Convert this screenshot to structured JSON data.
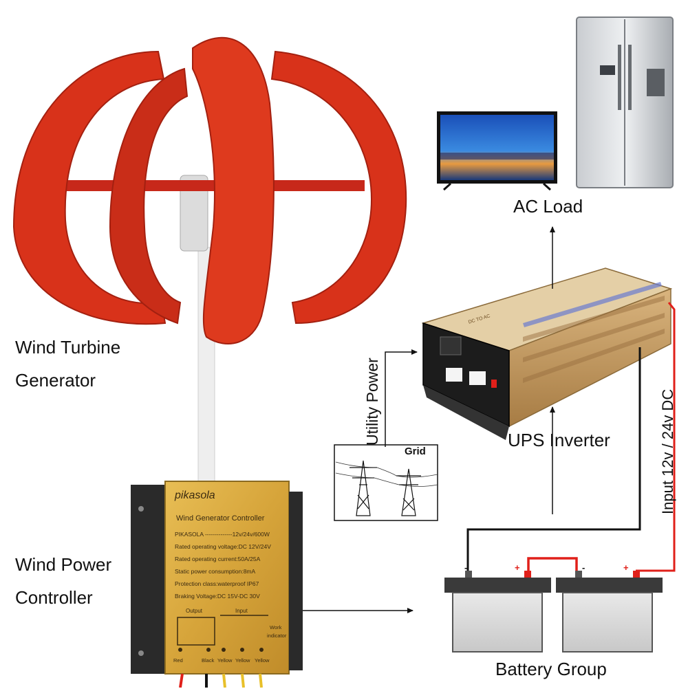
{
  "labels": {
    "wind_turbine_line1": "Wind Turbine",
    "wind_turbine_line2": "Generator",
    "wind_controller_line1": "Wind Power",
    "wind_controller_line2": "Controller",
    "ac_load": "AC Load",
    "ups_inverter": "UPS Inverter",
    "utility_power": "Utility Power",
    "grid": "Grid",
    "input_dc": "Input 12v / 24v DC",
    "battery_group": "Battery Group"
  },
  "controller": {
    "brand": "pikasola",
    "title": "Wind Generator Controller",
    "specs": [
      "PIKASOLA --------------12v/24v/600W",
      "Rated operating voltage:DC 12V/24V",
      "Rated operating current:50A/25A",
      "Static power consumption:8mA",
      "Protection class:waterproof IP67",
      "Braking Voltage:DC 15V-DC 30V"
    ],
    "output_label": "Output",
    "input_label": "Input",
    "work_label_1": "Work",
    "work_label_2": "indicator",
    "term_red": "Red",
    "term_black": "Black",
    "term_yellow_1": "Yellow",
    "term_yellow_2": "Yellow",
    "term_yellow_3": "Yellow"
  },
  "inverter": {
    "panel_text": "DC TO AC"
  },
  "battery": {
    "b1_neg": "-",
    "b1_pos": "+",
    "b2_neg": "-",
    "b2_pos": "+"
  },
  "colors": {
    "turbine_red": "#d8321a",
    "wire_red": "#e0201a",
    "wire_black": "#111111",
    "controller_gold": "#d9a93a",
    "inverter_gold": "#c9a06a"
  }
}
